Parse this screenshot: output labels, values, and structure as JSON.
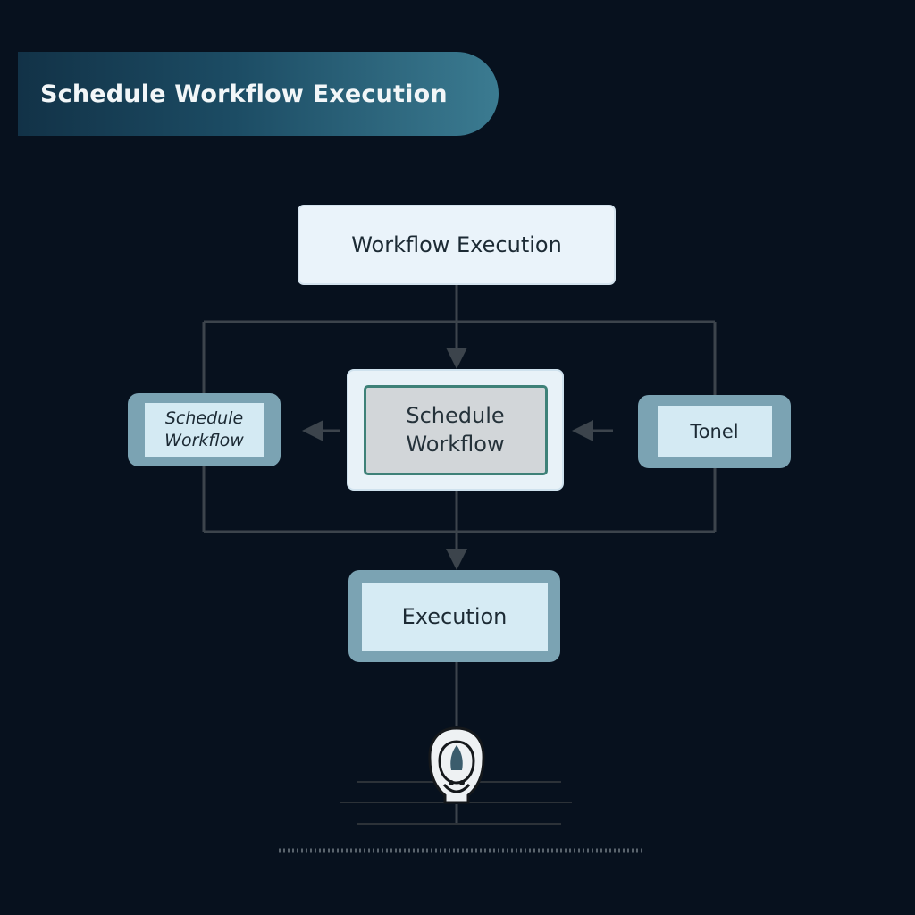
{
  "banner": {
    "title": "Schedule Workflow Execution"
  },
  "diagram": {
    "top_node": "Workflow Execution",
    "center_node": "Schedule\nWorkflow",
    "left_node": "Schedule\nWorkflow",
    "right_node": "Tonel",
    "bottom_node": "Execution"
  },
  "icons": {
    "footer": "robot-head-icon"
  },
  "colors": {
    "background": "#07111e",
    "banner_start": "#123247",
    "banner_end": "#3b7b91",
    "node_fill": "#d4eaf3",
    "node_border": "#7ba3b3",
    "center_accent": "#3e8178",
    "line": "#3c444c"
  }
}
